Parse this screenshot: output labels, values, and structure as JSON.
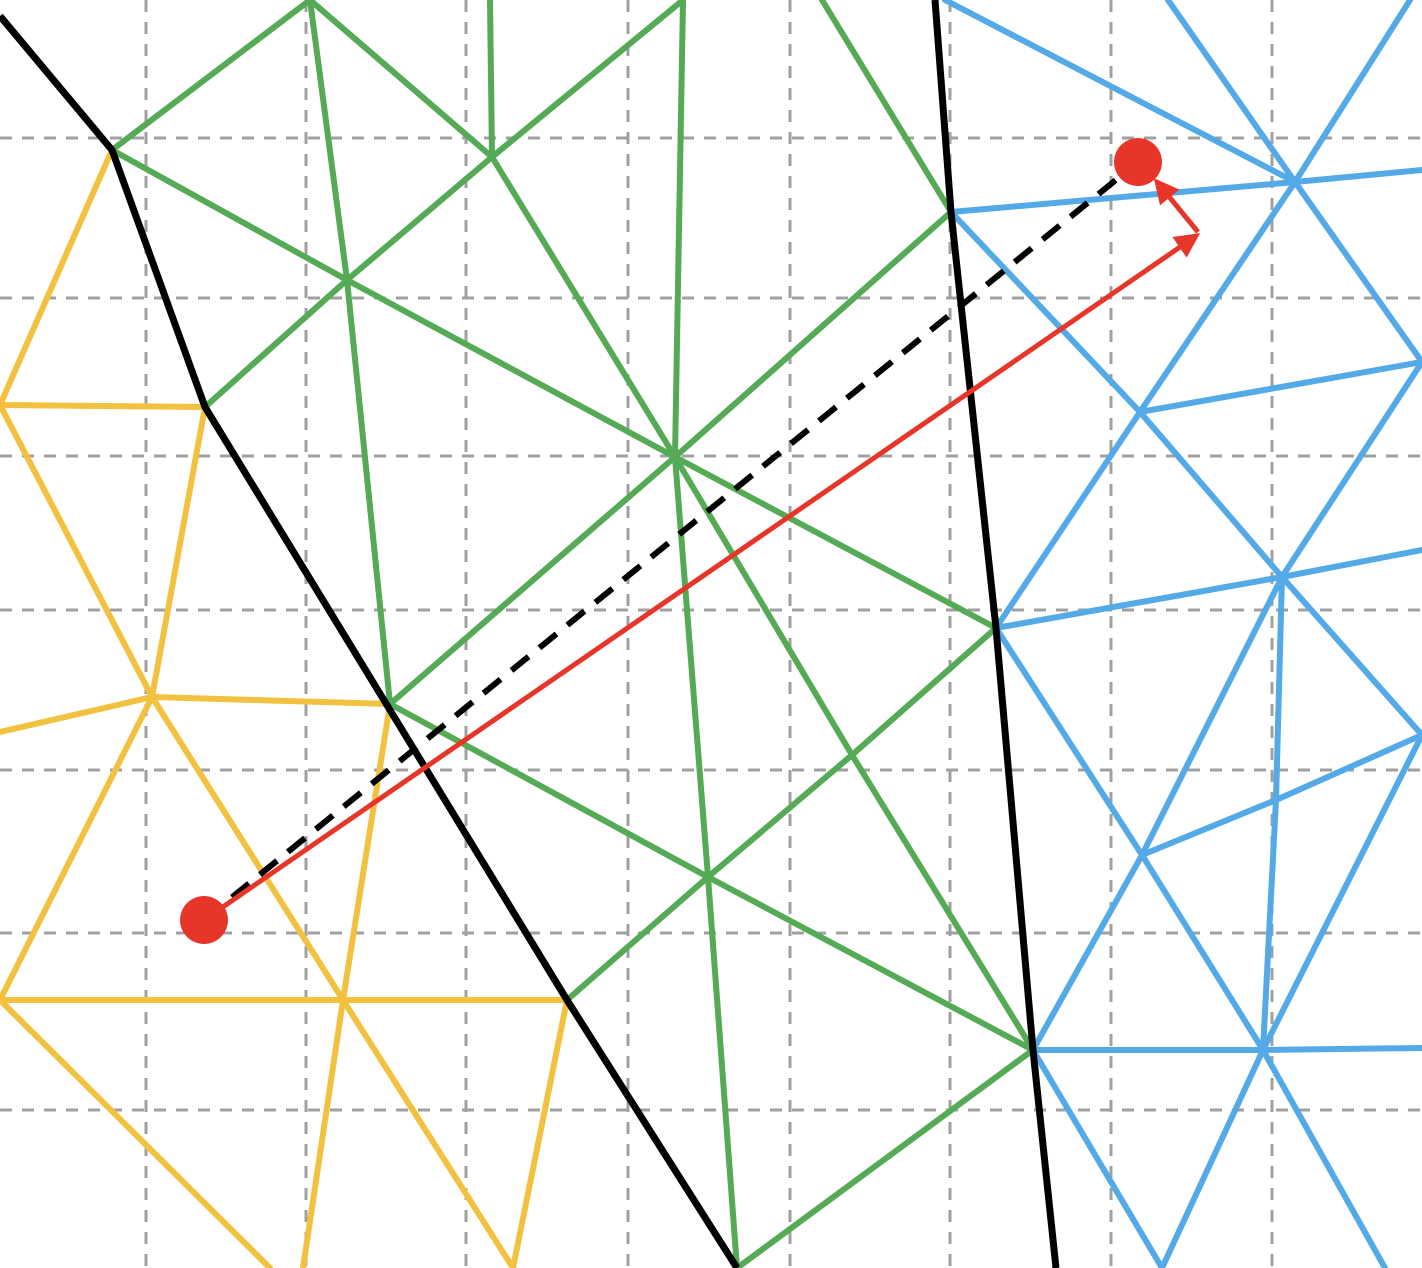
{
  "colors": {
    "background": "#ffffff",
    "grid": "#a0a0a0",
    "boundary": "#000000",
    "path": "#e8352a",
    "straight_line": "#000000",
    "points": "#e8352a"
  },
  "regions": [
    {
      "name": "left-region",
      "color": "#f2c13f"
    },
    {
      "name": "middle-region",
      "color": "#55aa55"
    },
    {
      "name": "right-region",
      "color": "#53aae6"
    }
  ],
  "points": [
    "start-point",
    "end-point"
  ],
  "labels": []
}
